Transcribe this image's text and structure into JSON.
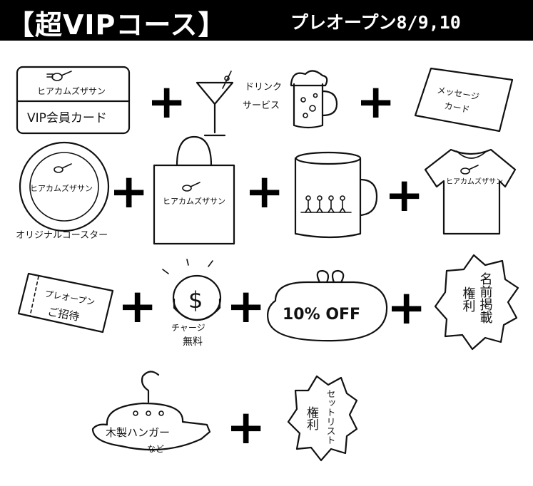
{
  "banner": {
    "title": "【超VIPコース】",
    "subtitle": "プレオープン8/9,10"
  },
  "plus_sign": "+",
  "items": {
    "vip_card": {
      "logo": "ヒアカムズザサン",
      "label": "VIP会員カード"
    },
    "drink": {
      "label_line1": "ドリンク",
      "label_line2": "サービス"
    },
    "message_card": {
      "label_line1": "メッセージ",
      "label_line2": "カード"
    },
    "coaster": {
      "logo": "ヒアカムズザサン",
      "caption": "オリジナルコースター"
    },
    "tote_bag": {
      "logo": "ヒアカムズザサン"
    },
    "mug": {},
    "tshirt": {
      "logo": "ヒアカムズザサン"
    },
    "ticket": {
      "line1": "プレオープン",
      "line2": "ご招待"
    },
    "coin": {
      "symbol": "$",
      "line1": "チャージ",
      "line2": "無料"
    },
    "purse": {
      "label": "10% OFF"
    },
    "name_listing": {
      "col1": "名前掲載",
      "col2": "権利"
    },
    "hanger": {
      "label": "木製ハンガー",
      "sub": "など"
    },
    "setlist": {
      "col1": "セットリスト",
      "col2": "権利"
    }
  }
}
